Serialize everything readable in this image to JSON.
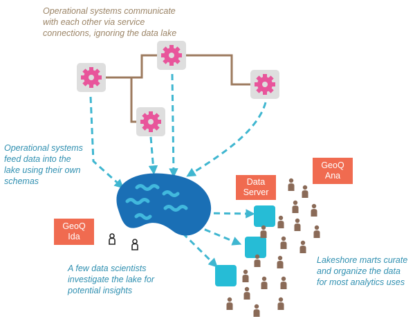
{
  "annotations": {
    "top": "Operational systems communicate\nwith each other via service\nconnections, ignoring the data lake",
    "left": "Operational systems\nfeed data into the\nlake using their own\nschemas",
    "bottom_left": "A few data scientists\ninvestigate the lake for\npotential insights",
    "right": "Lakeshore marts curate\nand organize the data\nfor most analytics uses"
  },
  "tags": {
    "ida": "GeoQ\nIda",
    "ana": "GeoQ\nAna",
    "data_server": "Data\nServer"
  },
  "icons": {
    "system": "gear-icon",
    "mart": "data-mart-square",
    "person": "person-icon",
    "lake": "data-lake-blob"
  },
  "colors": {
    "gear": "#e8559b",
    "gear_box": "#dedede",
    "connection": "#9c7a5e",
    "flow_arrow": "#3fb6d0",
    "lake": "#1a6fb5",
    "wave": "#41b8dd",
    "mart": "#26bcd6",
    "person_brown": "#8a6a57",
    "tag": "#f06b50",
    "brown_text": "#9b8466",
    "blue_text": "#2f8fb0"
  }
}
